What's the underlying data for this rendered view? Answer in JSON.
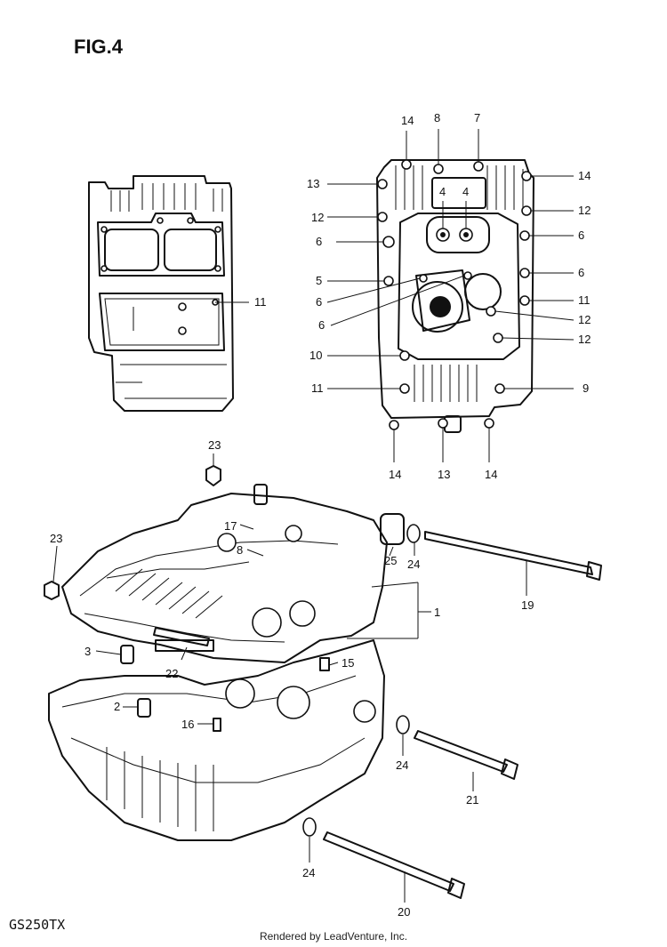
{
  "figure": {
    "title": "FIG.4",
    "model": "GS250TX",
    "footer": "Rendered by LeadVenture, Inc."
  },
  "callouts": [
    {
      "id": "c14a",
      "text": "14"
    },
    {
      "id": "c8",
      "text": "8"
    },
    {
      "id": "c7",
      "text": "7"
    },
    {
      "id": "c14b",
      "text": "14"
    },
    {
      "id": "c13a",
      "text": "13"
    },
    {
      "id": "c12a",
      "text": "12"
    },
    {
      "id": "c12b",
      "text": "12"
    },
    {
      "id": "c6a",
      "text": "6"
    },
    {
      "id": "c6b",
      "text": "6"
    },
    {
      "id": "c4a",
      "text": "4"
    },
    {
      "id": "c4b",
      "text": "4"
    },
    {
      "id": "c5",
      "text": "5"
    },
    {
      "id": "c6c",
      "text": "6"
    },
    {
      "id": "c6d",
      "text": "6"
    },
    {
      "id": "c6e",
      "text": "6"
    },
    {
      "id": "c11a",
      "text": "11"
    },
    {
      "id": "c12c",
      "text": "12"
    },
    {
      "id": "c12d",
      "text": "12"
    },
    {
      "id": "c10",
      "text": "10"
    },
    {
      "id": "c11b",
      "text": "11"
    },
    {
      "id": "c9",
      "text": "9"
    },
    {
      "id": "c14c",
      "text": "14"
    },
    {
      "id": "c13b",
      "text": "13"
    },
    {
      "id": "c14d",
      "text": "14"
    },
    {
      "id": "c11c",
      "text": "11"
    },
    {
      "id": "c23a",
      "text": "23"
    },
    {
      "id": "c23b",
      "text": "23"
    },
    {
      "id": "c17",
      "text": "17"
    },
    {
      "id": "c8b",
      "text": "8"
    },
    {
      "id": "c25",
      "text": "25"
    },
    {
      "id": "c24a",
      "text": "24"
    },
    {
      "id": "c19",
      "text": "19"
    },
    {
      "id": "c1",
      "text": "1"
    },
    {
      "id": "c3",
      "text": "3"
    },
    {
      "id": "c22",
      "text": "22"
    },
    {
      "id": "c15",
      "text": "15"
    },
    {
      "id": "c2",
      "text": "2"
    },
    {
      "id": "c16",
      "text": "16"
    },
    {
      "id": "c24b",
      "text": "24"
    },
    {
      "id": "c21",
      "text": "21"
    },
    {
      "id": "c24c",
      "text": "24"
    },
    {
      "id": "c20",
      "text": "20"
    }
  ]
}
